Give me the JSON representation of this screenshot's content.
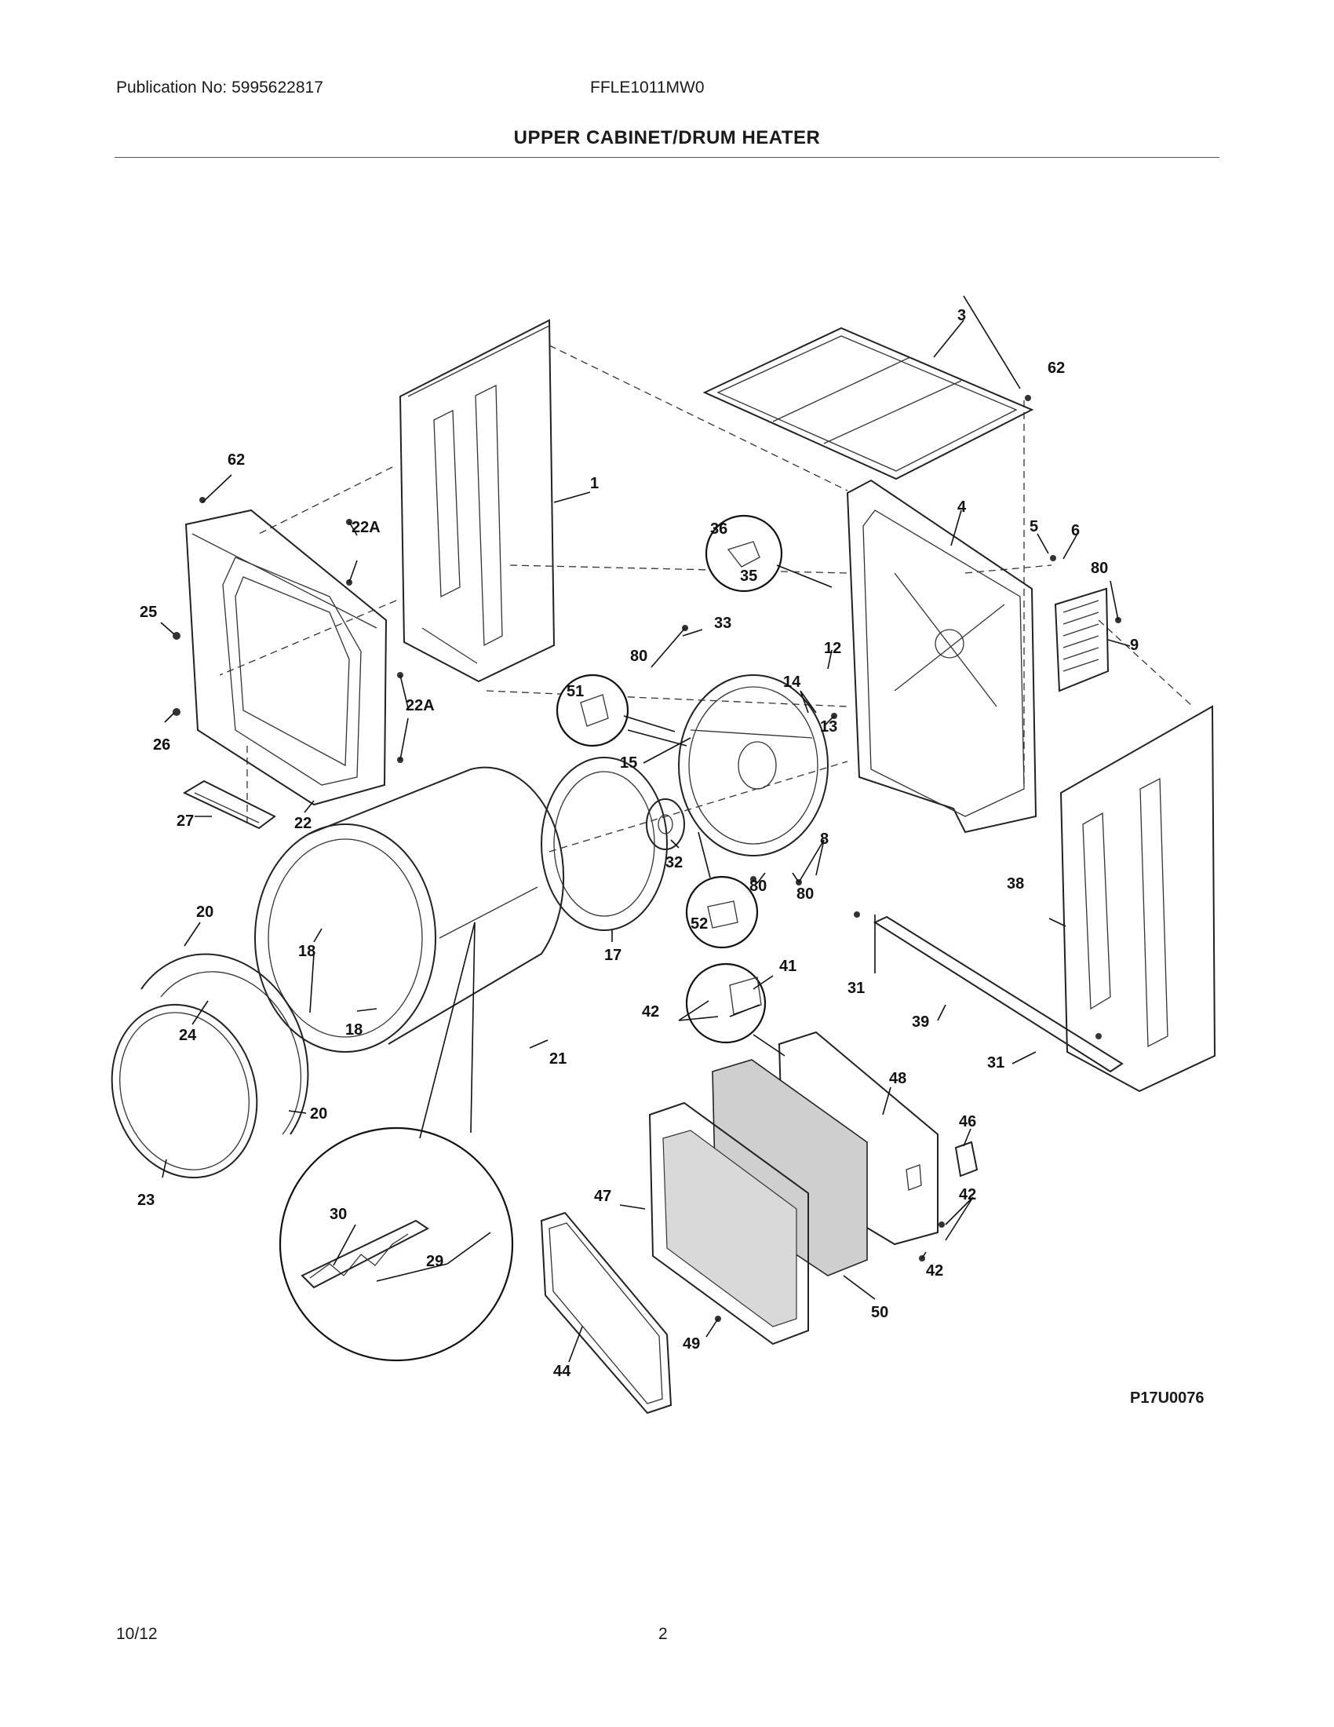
{
  "header": {
    "publication": "Publication No: 5995622817",
    "model": "FFLE1011MW0",
    "title": "UPPER CABINET/DRUM HEATER"
  },
  "figure_code": "P17U0076",
  "footer": {
    "date": "10/12",
    "page": "2"
  },
  "callouts": {
    "c1": "1",
    "c3": "3",
    "c4": "4",
    "c5": "5",
    "c6": "6",
    "c8": "8",
    "c9": "9",
    "c12": "12",
    "c13": "13",
    "c14": "14",
    "c15": "15",
    "c17": "17",
    "c18a": "18",
    "c18b": "18",
    "c20a": "20",
    "c20b": "20",
    "c21": "21",
    "c22": "22",
    "c22Aa": "22A",
    "c22Ab": "22A",
    "c23": "23",
    "c24": "24",
    "c25": "25",
    "c26": "26",
    "c27": "27",
    "c29": "29",
    "c30": "30",
    "c31a": "31",
    "c31b": "31",
    "c32": "32",
    "c33": "33",
    "c35": "35",
    "c36": "36",
    "c38": "38",
    "c39": "39",
    "c41": "41",
    "c42a": "42",
    "c42b": "42",
    "c42c": "42",
    "c44": "44",
    "c46": "46",
    "c47": "47",
    "c48": "48",
    "c49": "49",
    "c50": "50",
    "c51": "51",
    "c52": "52",
    "c62a": "62",
    "c62b": "62",
    "c80a": "80",
    "c80b": "80",
    "c80c": "80",
    "c80d": "80"
  }
}
